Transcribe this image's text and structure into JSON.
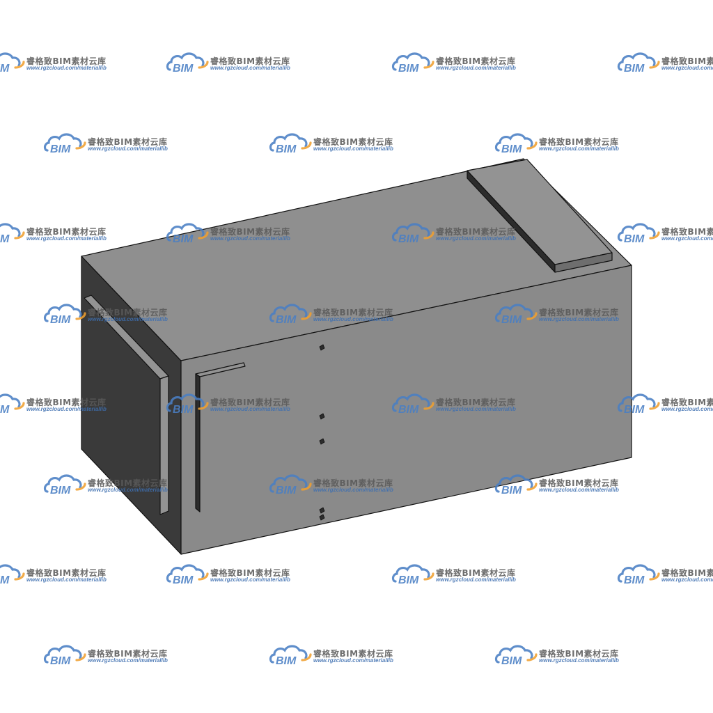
{
  "watermark": {
    "logo_text": "BIM",
    "brand_text": "睿格致BIM素材云库",
    "url_text": "www.rgzcloud.com/materiallib",
    "colors": {
      "cloud_blue": "#4a7fc4",
      "cloud_orange": "#f0a030",
      "text_gray": "#5a5a5a",
      "url_blue": "#3e6fb0"
    }
  },
  "model": {
    "icon": "gray-box-3d-model",
    "colors": {
      "top": "#8f8f8f",
      "front": "#8a8a8a",
      "side": "#3a3a3a",
      "slot_dark": "#2c2c2c",
      "plate_top": "#939393",
      "plate_edge": "#6e6e6e",
      "outline": "#111111"
    }
  }
}
